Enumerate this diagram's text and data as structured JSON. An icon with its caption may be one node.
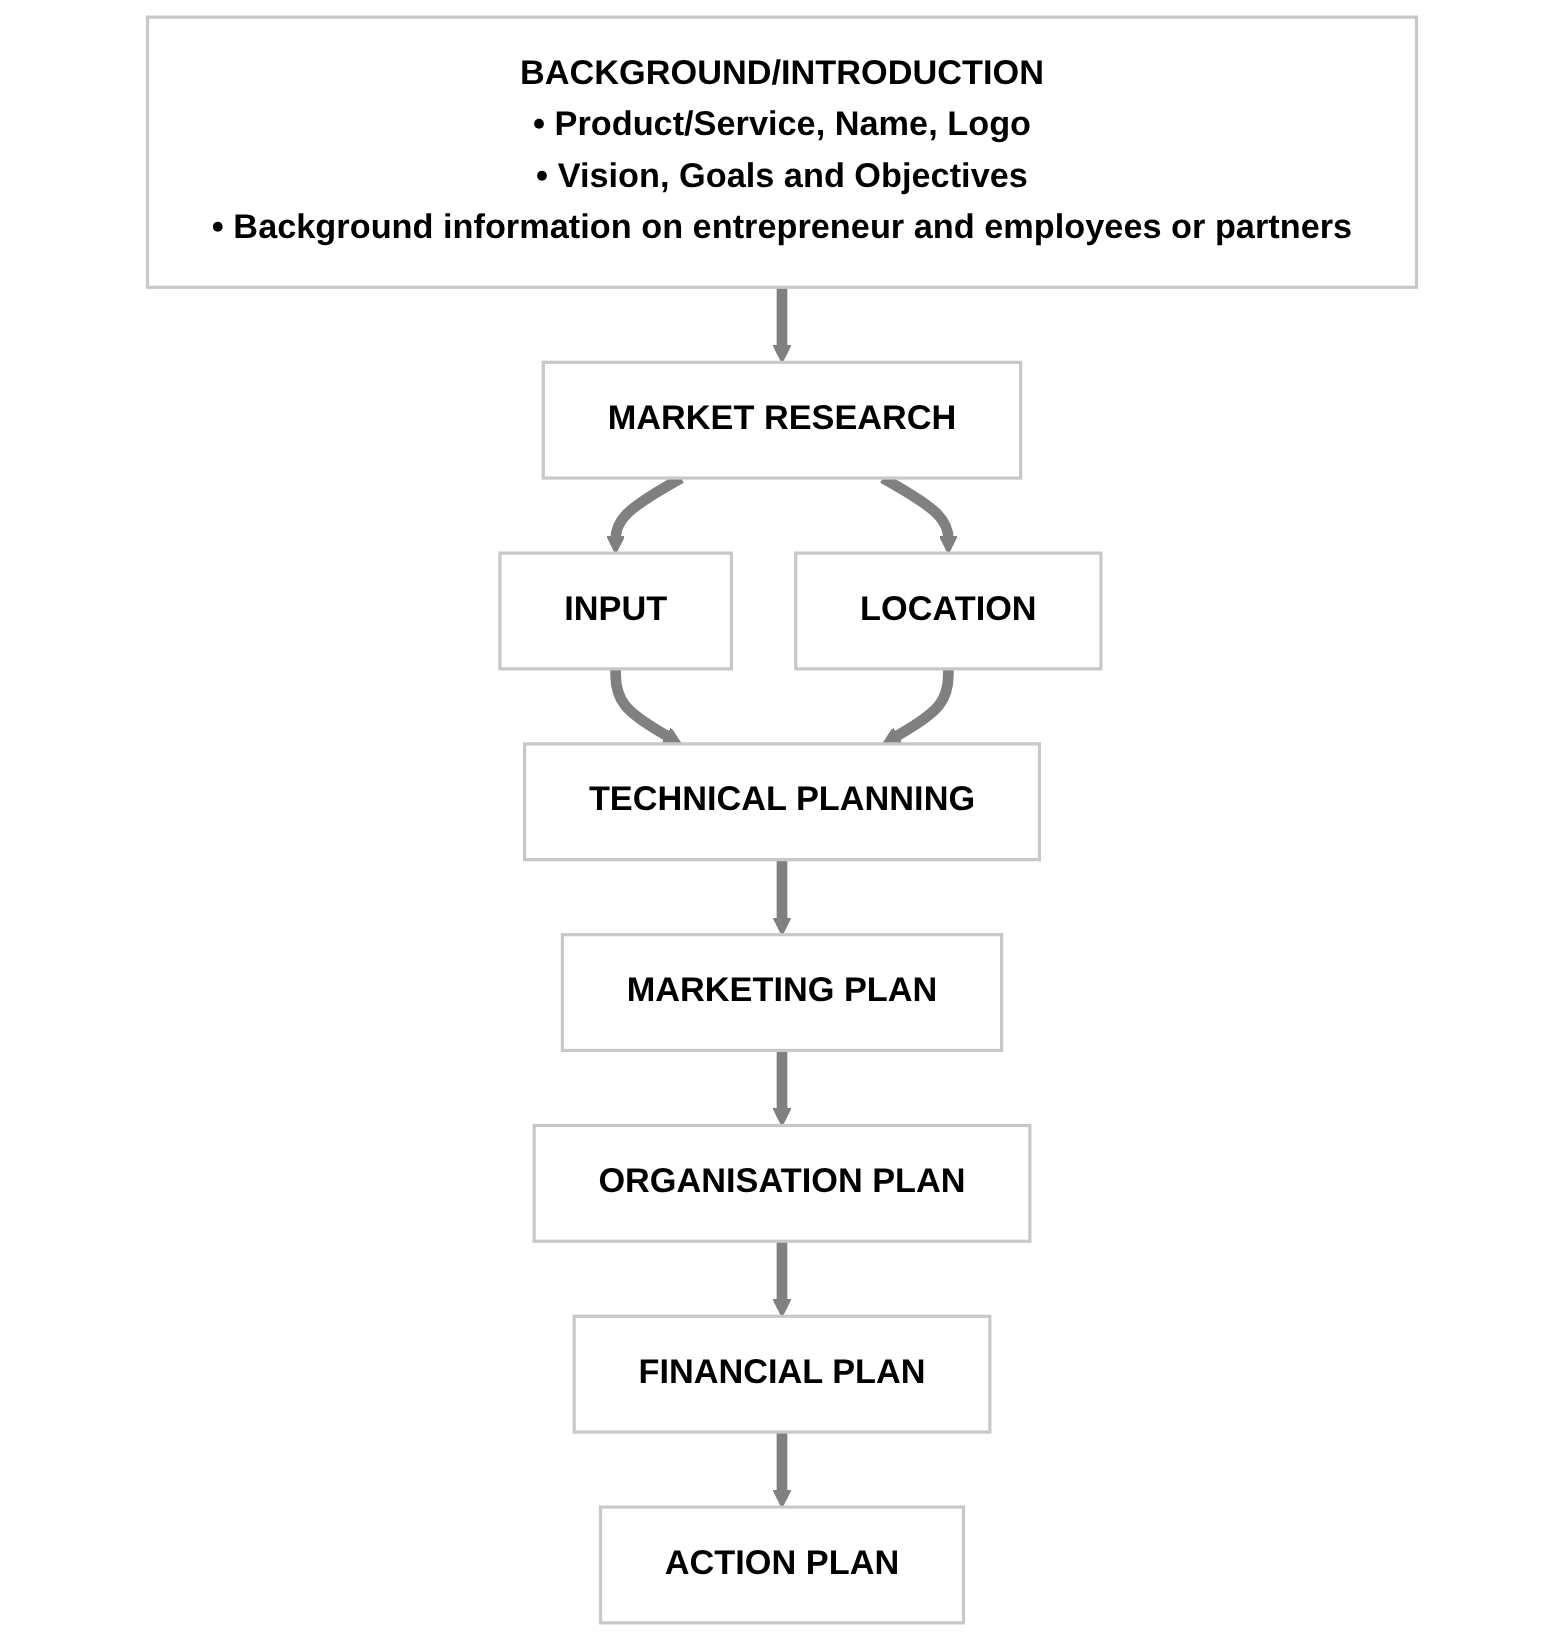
{
  "diagram": {
    "nodes": [
      {
        "text": [
          "BACKGROUND/INTRODUCTION",
          "• Product/Service, Name, Logo",
          "• Vision, Goals and Objectives",
          "• Background information on entrepreneur and employees or partners"
        ]
      },
      {
        "text": [
          "MARKET RESEARCH"
        ]
      },
      {
        "text": [
          "INPUT"
        ]
      },
      {
        "text": [
          "LOCATION"
        ]
      },
      {
        "text": [
          "TECHNICAL PLANNING"
        ]
      },
      {
        "text": [
          "MARKETING PLAN"
        ]
      },
      {
        "text": [
          "ORGANISATION PLAN"
        ]
      },
      {
        "text": [
          "FINANCIAL PLAN"
        ]
      },
      {
        "text": [
          "ACTION PLAN"
        ]
      }
    ],
    "edges": [
      {
        "from": 0,
        "to": 1,
        "arrow": "to"
      },
      {
        "from": 1,
        "to": 2,
        "arrow": "to"
      },
      {
        "from": 1,
        "to": 3,
        "arrow": "to"
      },
      {
        "from": 2,
        "to": 4,
        "arrow": "to"
      },
      {
        "from": 3,
        "to": 4,
        "arrow": "to"
      },
      {
        "from": 4,
        "to": 5,
        "arrow": "to"
      },
      {
        "from": 5,
        "to": 6,
        "arrow": "to"
      },
      {
        "from": 6,
        "to": 7,
        "arrow": "to"
      },
      {
        "from": 7,
        "to": 8,
        "arrow": "to"
      }
    ]
  }
}
